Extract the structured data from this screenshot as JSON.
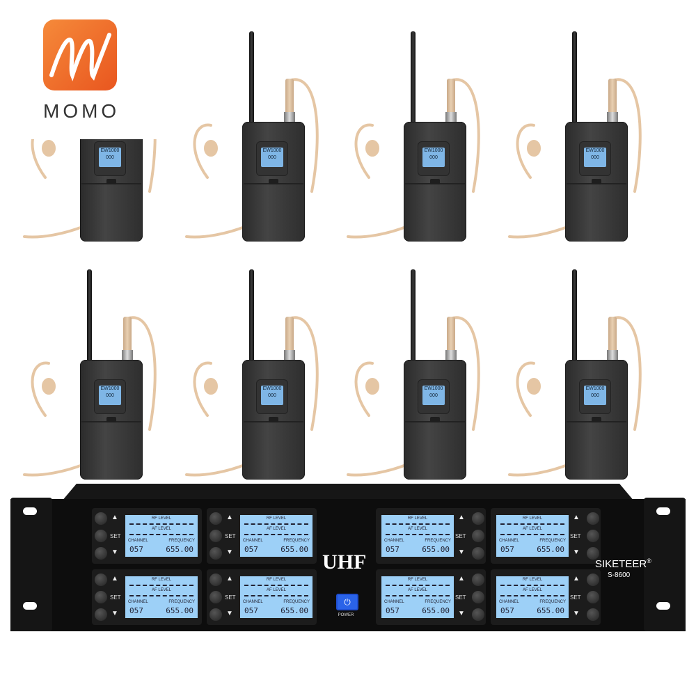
{
  "logo": {
    "text": "MOMO",
    "color": "#f06a2a"
  },
  "bodypack": {
    "lcd_text": "EW1000",
    "lcd_sub": "000"
  },
  "receiver": {
    "band_label": "UHF",
    "power_label": "POWER",
    "brand": "SIKETEER",
    "registered": "®",
    "model": "S-8600",
    "channel_panel": {
      "rf_level": "RF LEVEL",
      "af_level": "AF LEVEL",
      "channel_label": "CHANNEL",
      "frequency_label": "FREQUENCY",
      "channel_value": "057",
      "frequency_value": "655.00",
      "set_label": "SET",
      "up": "▲",
      "down": "▼"
    },
    "channel_count": 8,
    "accent": "#9dd0f7",
    "power_color": "#1f4fd1"
  }
}
